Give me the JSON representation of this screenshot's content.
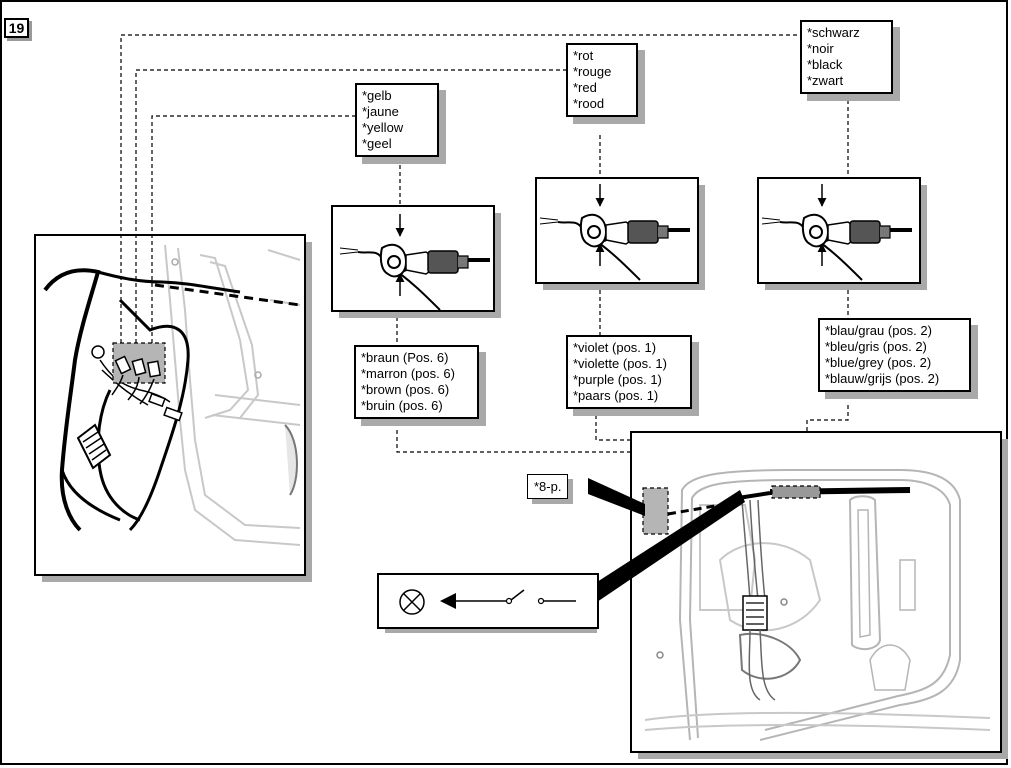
{
  "step_number": "19",
  "labels": {
    "black": [
      "*schwarz",
      "*noir",
      "*black",
      "*zwart"
    ],
    "red": [
      "*rot",
      "*rouge",
      "*red",
      "*rood"
    ],
    "yellow": [
      "*gelb",
      "*jaune",
      "*yellow",
      "*geel"
    ],
    "brown": [
      "*braun (Pos. 6)",
      "*marron (pos. 6)",
      "*brown (pos. 6)",
      "*bruin (pos. 6)"
    ],
    "violet": [
      "*violet (pos. 1)",
      "*violette (pos. 1)",
      "*purple (pos. 1)",
      "*paars (pos. 1)"
    ],
    "bluegrey": [
      "*blau/grau (pos. 2)",
      "*bleu/gris (pos. 2)",
      "*blue/grey (pos. 2)",
      "*blauw/grijs (pos. 2)"
    ]
  },
  "connector_label": "*8-p.",
  "icons": [
    "lamp-symbol-icon",
    "switch-symbol-icon",
    "arrow-icon",
    "wire-tap-connector-icon"
  ]
}
